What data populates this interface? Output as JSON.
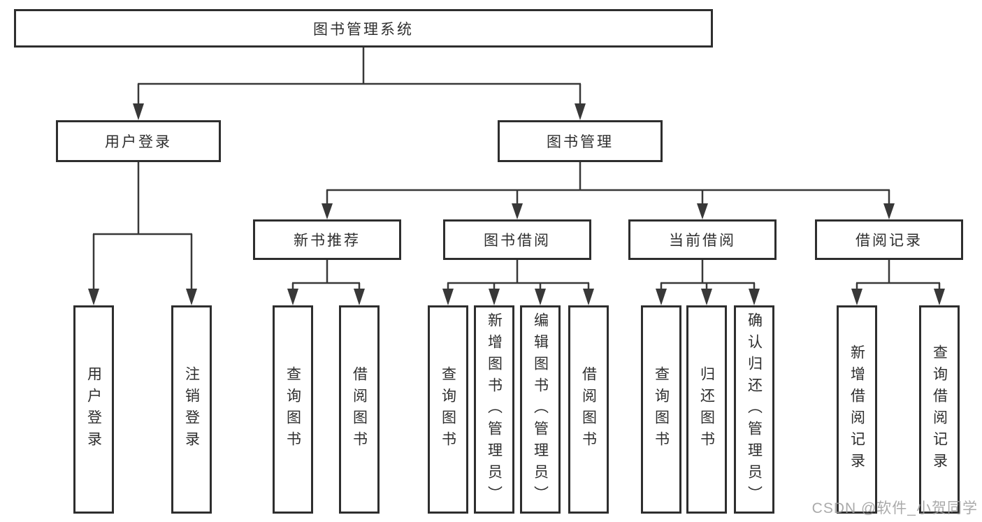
{
  "diagram": {
    "root": "图书管理系统",
    "level2": [
      "用户登录",
      "图书管理"
    ],
    "level3": [
      "新书推荐",
      "图书借阅",
      "当前借阅",
      "借阅记录"
    ],
    "leaves": {
      "user_login": [
        "用户登录",
        "注销登录"
      ],
      "new_book": [
        "查询图书",
        "借阅图书"
      ],
      "book_borrow": [
        "查询图书",
        "新增图书（管理员）",
        "编辑图书（管理员）",
        "借阅图书"
      ],
      "current_borrow": [
        "查询图书",
        "归还图书",
        "确认归还（管理员）"
      ],
      "borrow_record": [
        "新增借阅记录",
        "查询借阅记录"
      ]
    }
  },
  "watermark": {
    "text": "CSDN @软件_小贺同学"
  },
  "colors": {
    "line": "#383838",
    "box_border": "#2e2e2e",
    "text": "#2e2e2e",
    "watermark": "#9e9e9e",
    "background": "#ffffff"
  }
}
